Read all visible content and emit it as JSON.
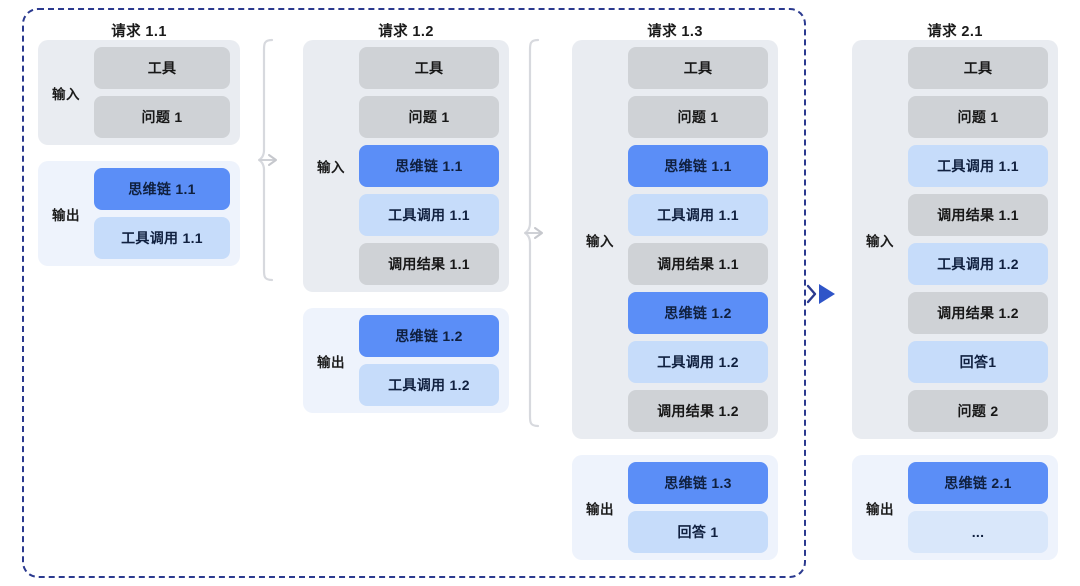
{
  "diagram": {
    "title_bar": "",
    "colors": {
      "gray_cell": "#cfd2d6",
      "blue_cell": "#5b8ef7",
      "light_blue_cell": "#c6dcfa",
      "palest_blue_cell": "#d9e7fa",
      "input_group_bg": "#e9ecf1",
      "output_group_bg": "#eef3fc",
      "scope_border": "#2b3a8f",
      "brace": "#d5d7dc",
      "arrow_blue": "#2f55c8"
    },
    "labels": {
      "input": "输入",
      "output": "输出"
    }
  },
  "columns": [
    {
      "id": "req-1-1",
      "title": "请求 1.1",
      "input": {
        "label": "输入",
        "cells": [
          {
            "text": "工具",
            "style": "gray"
          },
          {
            "text": "问题 1",
            "style": "gray"
          }
        ]
      },
      "output": {
        "label": "输出",
        "cells": [
          {
            "text": "思维链 1.1",
            "style": "blue"
          },
          {
            "text": "工具调用 1.1",
            "style": "lightblue"
          }
        ]
      }
    },
    {
      "id": "req-1-2",
      "title": "请求 1.2",
      "input": {
        "label": "输入",
        "cells": [
          {
            "text": "工具",
            "style": "gray"
          },
          {
            "text": "问题 1",
            "style": "gray"
          },
          {
            "text": "思维链 1.1",
            "style": "blue"
          },
          {
            "text": "工具调用 1.1",
            "style": "lightblue"
          },
          {
            "text": "调用结果 1.1",
            "style": "gray"
          }
        ]
      },
      "output": {
        "label": "输出",
        "cells": [
          {
            "text": "思维链 1.2",
            "style": "blue"
          },
          {
            "text": "工具调用 1.2",
            "style": "lightblue"
          }
        ]
      }
    },
    {
      "id": "req-1-3",
      "title": "请求 1.3",
      "input": {
        "label": "输入",
        "cells": [
          {
            "text": "工具",
            "style": "gray"
          },
          {
            "text": "问题 1",
            "style": "gray"
          },
          {
            "text": "思维链 1.1",
            "style": "blue"
          },
          {
            "text": "工具调用 1.1",
            "style": "lightblue"
          },
          {
            "text": "调用结果 1.1",
            "style": "gray"
          },
          {
            "text": "思维链 1.2",
            "style": "blue"
          },
          {
            "text": "工具调用 1.2",
            "style": "lightblue"
          },
          {
            "text": "调用结果 1.2",
            "style": "gray"
          }
        ]
      },
      "output": {
        "label": "输出",
        "cells": [
          {
            "text": "思维链 1.3",
            "style": "blue"
          },
          {
            "text": "回答 1",
            "style": "lightblue"
          }
        ]
      }
    },
    {
      "id": "req-2-1",
      "title": "请求 2.1",
      "input": {
        "label": "输入",
        "cells": [
          {
            "text": "工具",
            "style": "gray"
          },
          {
            "text": "问题 1",
            "style": "gray"
          },
          {
            "text": "工具调用 1.1",
            "style": "lightblue"
          },
          {
            "text": "调用结果 1.1",
            "style": "gray"
          },
          {
            "text": "工具调用 1.2",
            "style": "lightblue"
          },
          {
            "text": "调用结果 1.2",
            "style": "gray"
          },
          {
            "text": "回答1",
            "style": "lightblue"
          },
          {
            "text": "问题 2",
            "style": "gray"
          }
        ]
      },
      "output": {
        "label": "输出",
        "cells": [
          {
            "text": "思维链 2.1",
            "style": "blue"
          },
          {
            "text": "...",
            "style": "palest"
          }
        ]
      }
    }
  ],
  "connectors": [
    {
      "id": "brace-1-to-2",
      "kind": "brace-arrow"
    },
    {
      "id": "brace-2-to-3",
      "kind": "brace-arrow"
    },
    {
      "id": "arrow-3-to-4",
      "kind": "blue-arrow"
    }
  ]
}
